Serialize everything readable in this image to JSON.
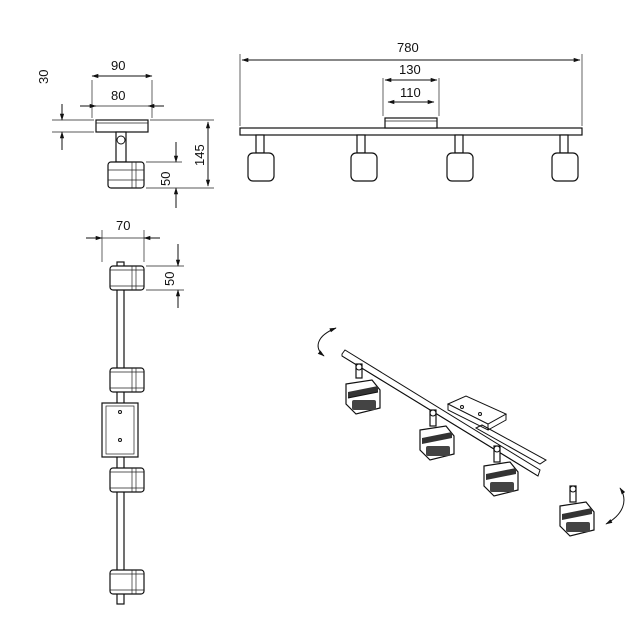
{
  "dimensions": {
    "side_canopy_width": "90",
    "side_canopy_inner": "80",
    "side_canopy_height": "30",
    "side_total_height": "145",
    "side_spot_height": "50",
    "front_total_length": "780",
    "front_canopy_width": "130",
    "front_canopy_inner": "110",
    "top_width": "70",
    "top_spacing": "50"
  },
  "icons": {
    "rotate_arrow_left": "rotate-arrow-icon",
    "rotate_arrow_right": "rotate-arrow-icon"
  },
  "colors": {
    "line": "#111111",
    "background": "#ffffff"
  }
}
